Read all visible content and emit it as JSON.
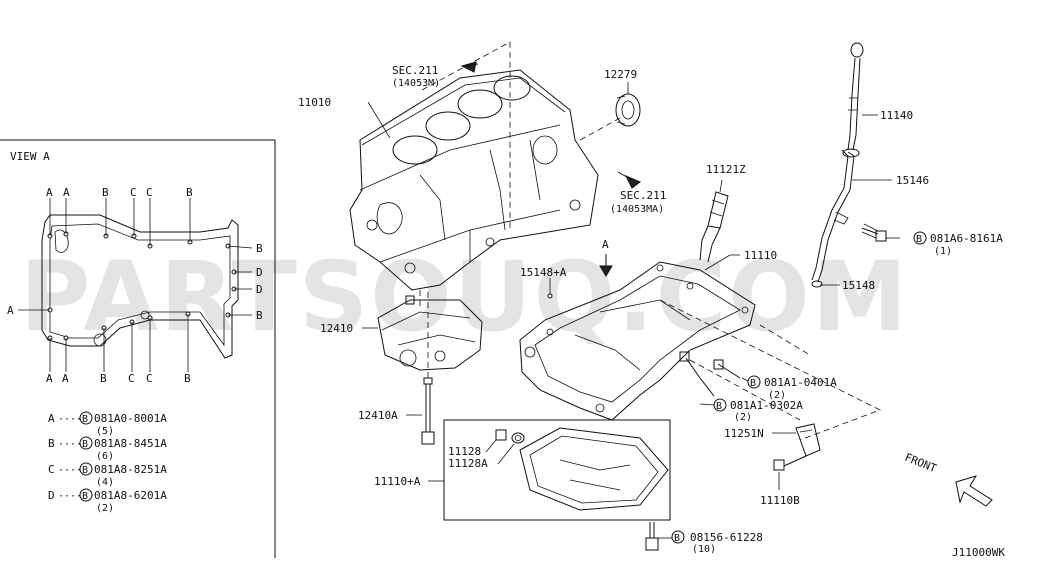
{
  "watermark": "PARTSOUQ.COM",
  "diagram_code": "J11000WK",
  "view": {
    "title": "VIEW A",
    "letters_top": [
      "A",
      "A",
      "B",
      "C",
      "C",
      "B"
    ],
    "letters_right": [
      "B",
      "D",
      "D",
      "B"
    ],
    "letter_left": "A",
    "letters_bottom": [
      "A",
      "A",
      "B",
      "C",
      "C",
      "B"
    ],
    "legend": [
      {
        "key": "A",
        "part": "081A0-8001A",
        "qty": "(5)"
      },
      {
        "key": "B",
        "part": "081A8-8451A",
        "qty": "(6)"
      },
      {
        "key": "C",
        "part": "081A8-8251A",
        "qty": "(4)"
      },
      {
        "key": "D",
        "part": "081A8-6201A",
        "qty": "(2)"
      }
    ]
  },
  "bolt_symbol": "B",
  "labels": {
    "sec211_top": "SEC.211",
    "sec211_top_sub": "(14053M)",
    "sec211_mid": "SEC.211",
    "sec211_mid_sub": "(14053MA)",
    "p11010": "11010",
    "p12279": "12279",
    "p11140": "11140",
    "p11121z": "11121Z",
    "p15146": "15146",
    "p081a6_8161a": "081A6-8161A",
    "p081a6_8161a_qty": "(1)",
    "p11110": "11110",
    "arrow_a": "A",
    "p15148a": "15148+A",
    "p15148": "15148",
    "p12410": "12410",
    "p081a1_0401a": "081A1-0401A",
    "p081a1_0401a_qty": "(2)",
    "p081a1_0302a": "081A1-0302A",
    "p081a1_0302a_qty": "(2)",
    "p12410a": "12410A",
    "p11251n": "11251N",
    "p11128": "11128",
    "p11128a": "11128A",
    "p11110a": "11110+A",
    "p11110b": "11110B",
    "p08156_61228": "08156-61228",
    "p08156_61228_qty": "(10)",
    "front": "FRONT"
  }
}
